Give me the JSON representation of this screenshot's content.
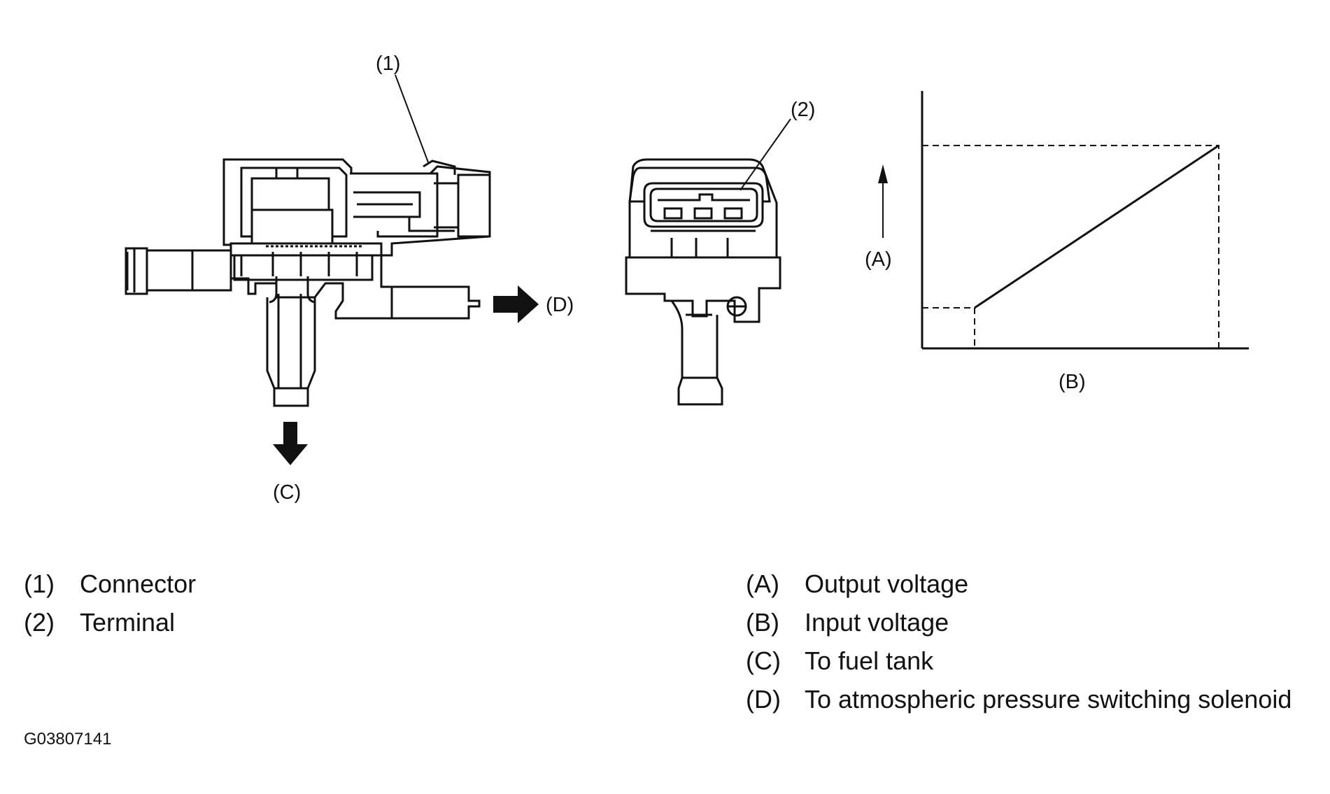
{
  "callouts": {
    "one": "(1)",
    "two": "(2)",
    "a": "(A)",
    "b": "(B)",
    "c": "(C)",
    "d": "(D)"
  },
  "legend_left": [
    {
      "key": "(1)",
      "text": "Connector"
    },
    {
      "key": "(2)",
      "text": "Terminal"
    }
  ],
  "legend_right": [
    {
      "key": "(A)",
      "text": "Output voltage"
    },
    {
      "key": "(B)",
      "text": "Input voltage"
    },
    {
      "key": "(C)",
      "text": "To fuel tank"
    },
    {
      "key": "(D)",
      "text": "To atmospheric pressure switching solenoid"
    }
  ],
  "figure_id": "G03807141"
}
